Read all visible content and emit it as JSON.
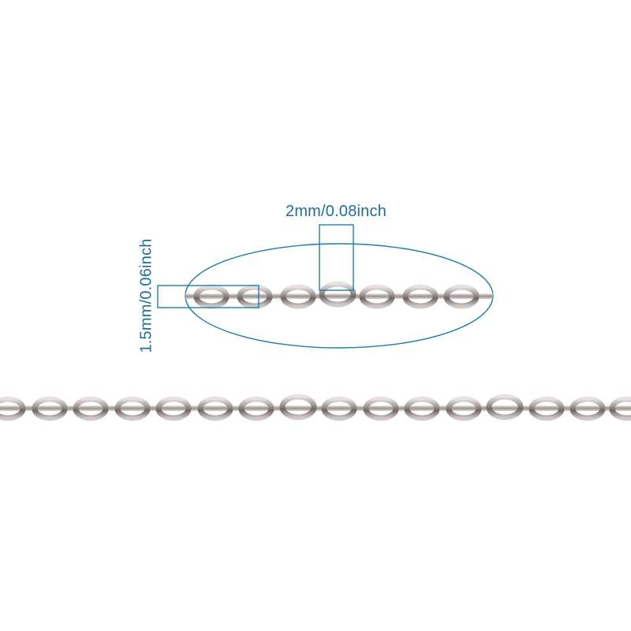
{
  "product_image": {
    "subject": "stainless steel cable chain",
    "background_color": "#ffffff",
    "annotation_color": "#1f6f93",
    "metal_color": "#b9b3b0"
  },
  "annotations": {
    "link_width": "2mm/0.08inch",
    "link_thickness": "1.5mm/0.06inch"
  },
  "chains": {
    "detail_chain_links": 7,
    "full_chain_links": 15
  }
}
